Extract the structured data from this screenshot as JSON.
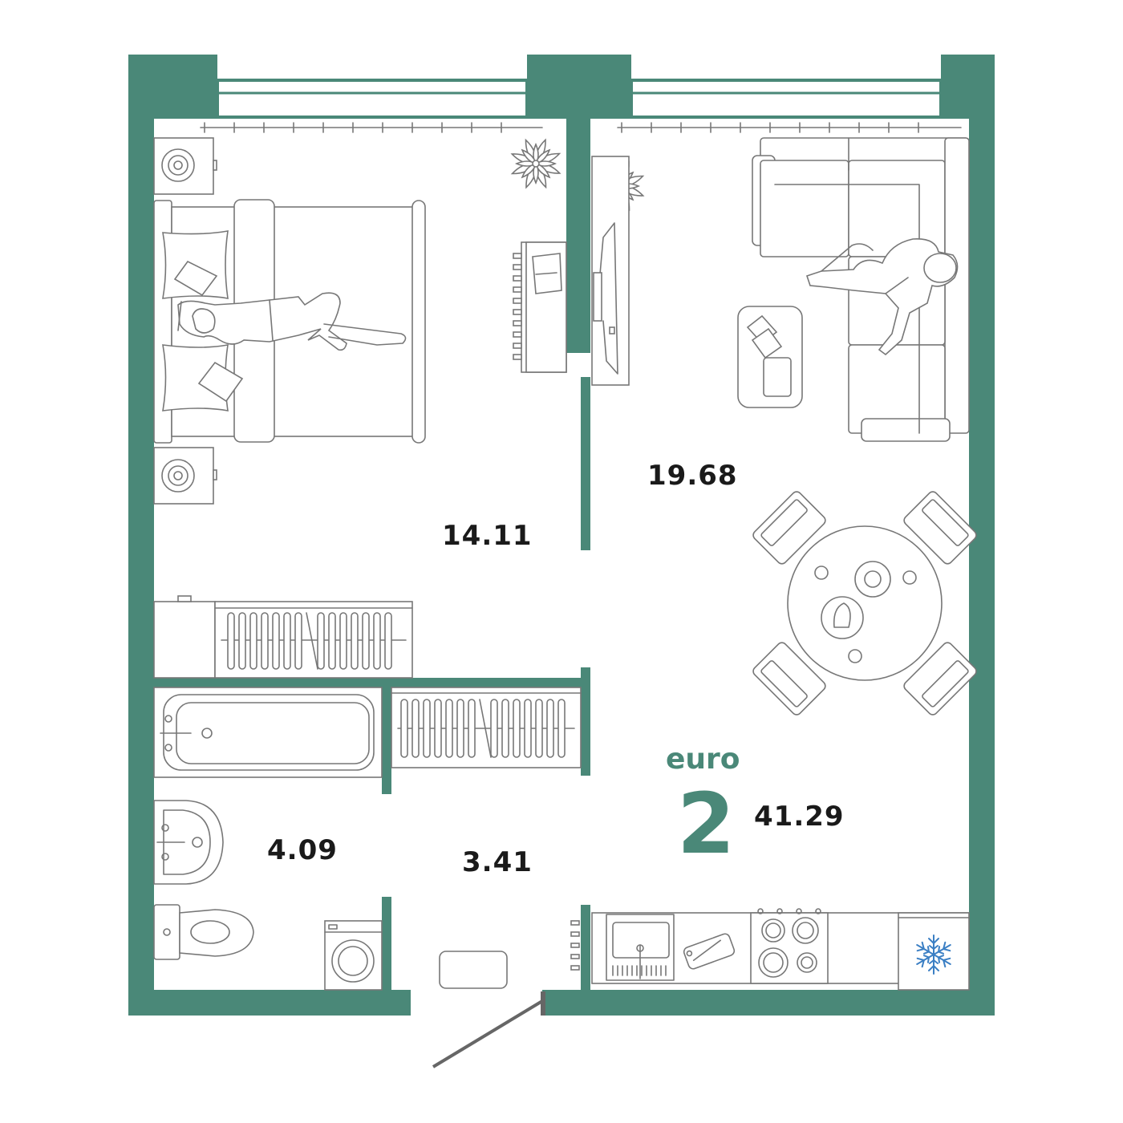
{
  "plan": {
    "type_label": "euro",
    "rooms_count": "2",
    "total_area": "41.29",
    "rooms": [
      {
        "id": "bedroom",
        "area": "14.11"
      },
      {
        "id": "living-kitchen",
        "area": "19.68"
      },
      {
        "id": "bathroom",
        "area": "4.09"
      },
      {
        "id": "hallway",
        "area": "3.41"
      }
    ]
  },
  "colors": {
    "wall": "#4a8878",
    "text": "#1a1a1a",
    "furniture": "#777777"
  },
  "icons": [
    "plant-icon",
    "snowflake-icon",
    "washing-machine-icon"
  ]
}
